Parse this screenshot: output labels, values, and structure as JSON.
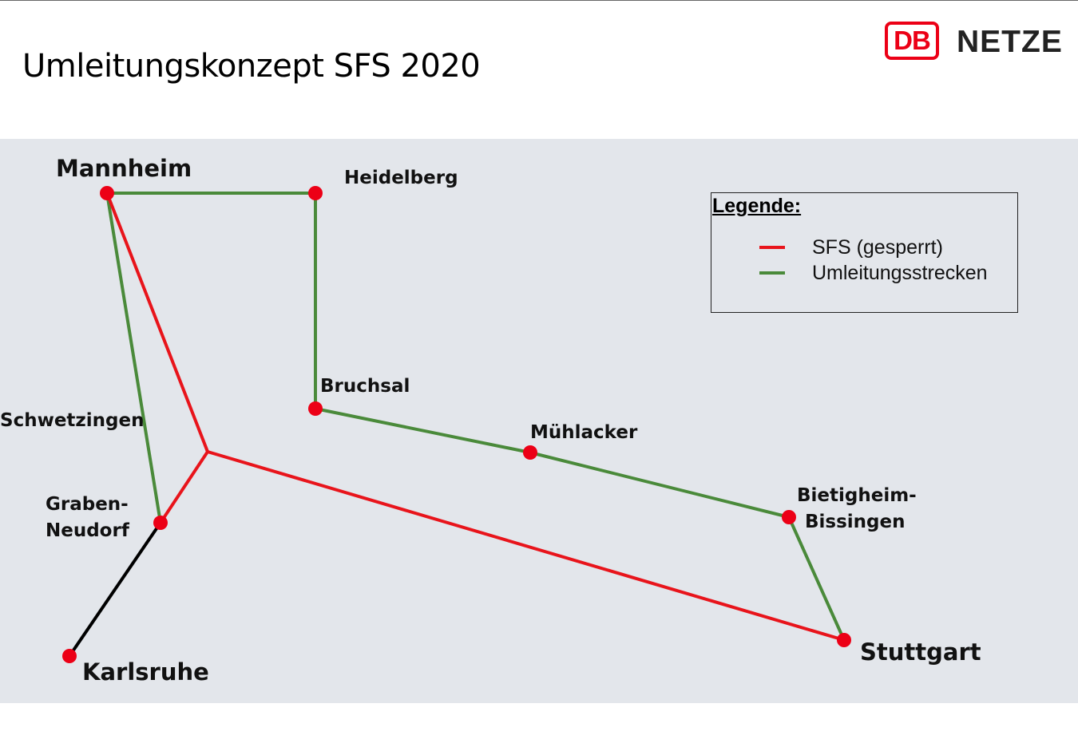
{
  "page": {
    "title": "Umleitungskonzept SFS 2020",
    "logo": {
      "mark": "DB",
      "wordmark": "NETZE",
      "brand_color": "#ec0016"
    }
  },
  "colors": {
    "map_background": "#e3e6eb",
    "closed_line": "#e8141b",
    "diversion_line": "#4a8a3a",
    "other_line": "#000000",
    "station_dot": "#ec0016"
  },
  "stations": {
    "mannheim": "Mannheim",
    "heidelberg": "Heidelberg",
    "schwetzingen": "Schwetzingen",
    "bruchsal": "Bruchsal",
    "muehlacker": "Mühlacker",
    "graben_neudorf_1": "Graben-",
    "graben_neudorf_2": "Neudorf",
    "bietigheim_1": "Bietigheim-",
    "bietigheim_2": "Bissingen",
    "karlsruhe": "Karlsruhe",
    "stuttgart": "Stuttgart"
  },
  "legend": {
    "title": "Legende:",
    "items": [
      {
        "label": "SFS (gesperrt)",
        "color": "#e8141b"
      },
      {
        "label": "Umleitungsstrecken",
        "color": "#4a8a3a"
      }
    ]
  }
}
